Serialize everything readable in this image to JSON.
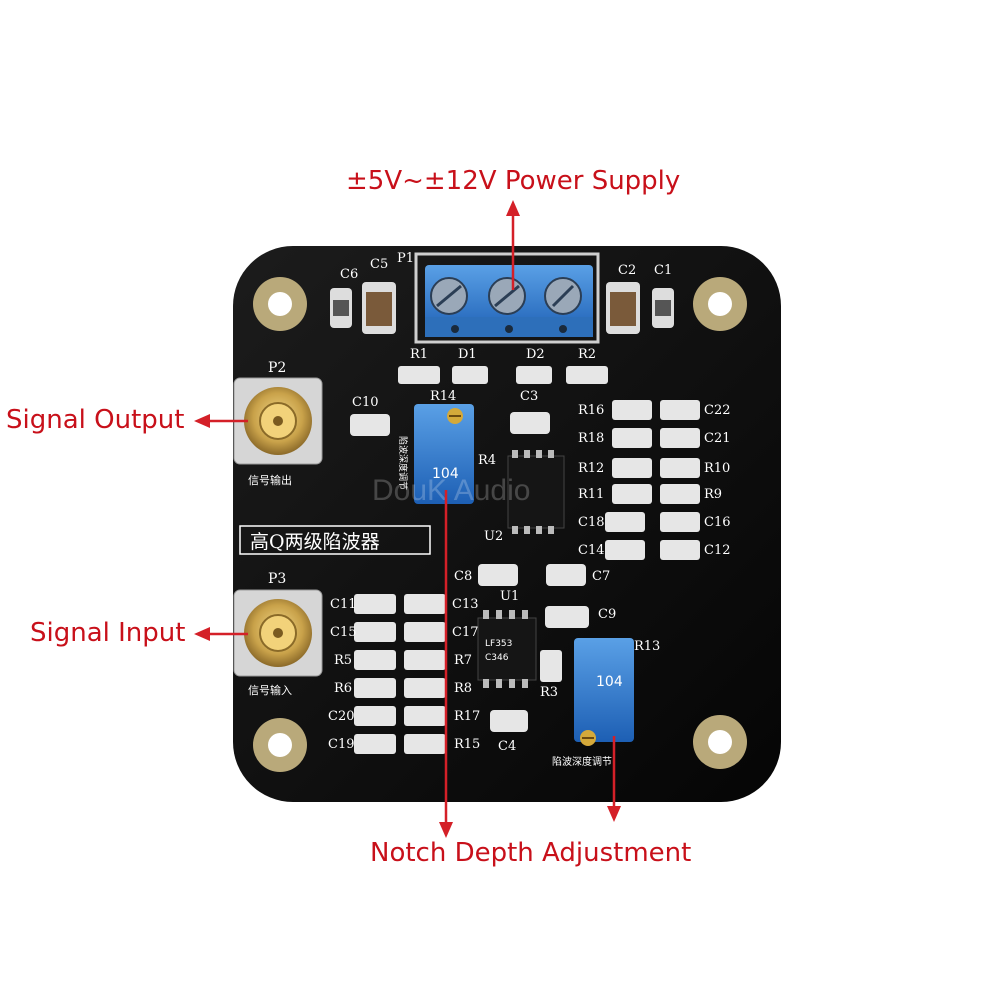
{
  "callouts": {
    "power": "±5V~±12V Power Supply",
    "output": "Signal Output",
    "input": "Signal Input",
    "notch": "Notch Depth Adjustment"
  },
  "silkscreen": {
    "title": "高Q两级陷波器",
    "p1": "P1",
    "p2": "P2",
    "p3": "P3",
    "p2_caption": "信号输出",
    "p3_caption": "信号输入",
    "r13_caption": "陷波深度调节",
    "r14_caption": "陷波深度调节",
    "u1": "U1",
    "u2": "U2",
    "labels_top": [
      "C6",
      "C5",
      "C2",
      "C1",
      "R1",
      "D1",
      "D2",
      "R2",
      "C10",
      "R14",
      "C3",
      "R4"
    ],
    "labels_right": [
      "R16",
      "C22",
      "R18",
      "C21",
      "R12",
      "R10",
      "R11",
      "R9",
      "C18",
      "C16",
      "C14",
      "C12",
      "C8",
      "C7",
      "C9",
      "R13",
      "R3"
    ],
    "labels_left": [
      "C11",
      "C13",
      "C15",
      "C17",
      "R5",
      "R7",
      "R6",
      "R8",
      "C20",
      "R17",
      "C19",
      "R15",
      "C4"
    ]
  },
  "chip_marks": {
    "u1_line1": "LF353",
    "u1_line2": "C346",
    "pot_code": "104"
  },
  "watermark": "DouK Audio",
  "colors": {
    "callout": "#c8101a",
    "board": "#0a0a0a",
    "potentiometer": "#2a6fd0",
    "terminal_block": "#3a86cf",
    "gold": "#c9a24a"
  }
}
